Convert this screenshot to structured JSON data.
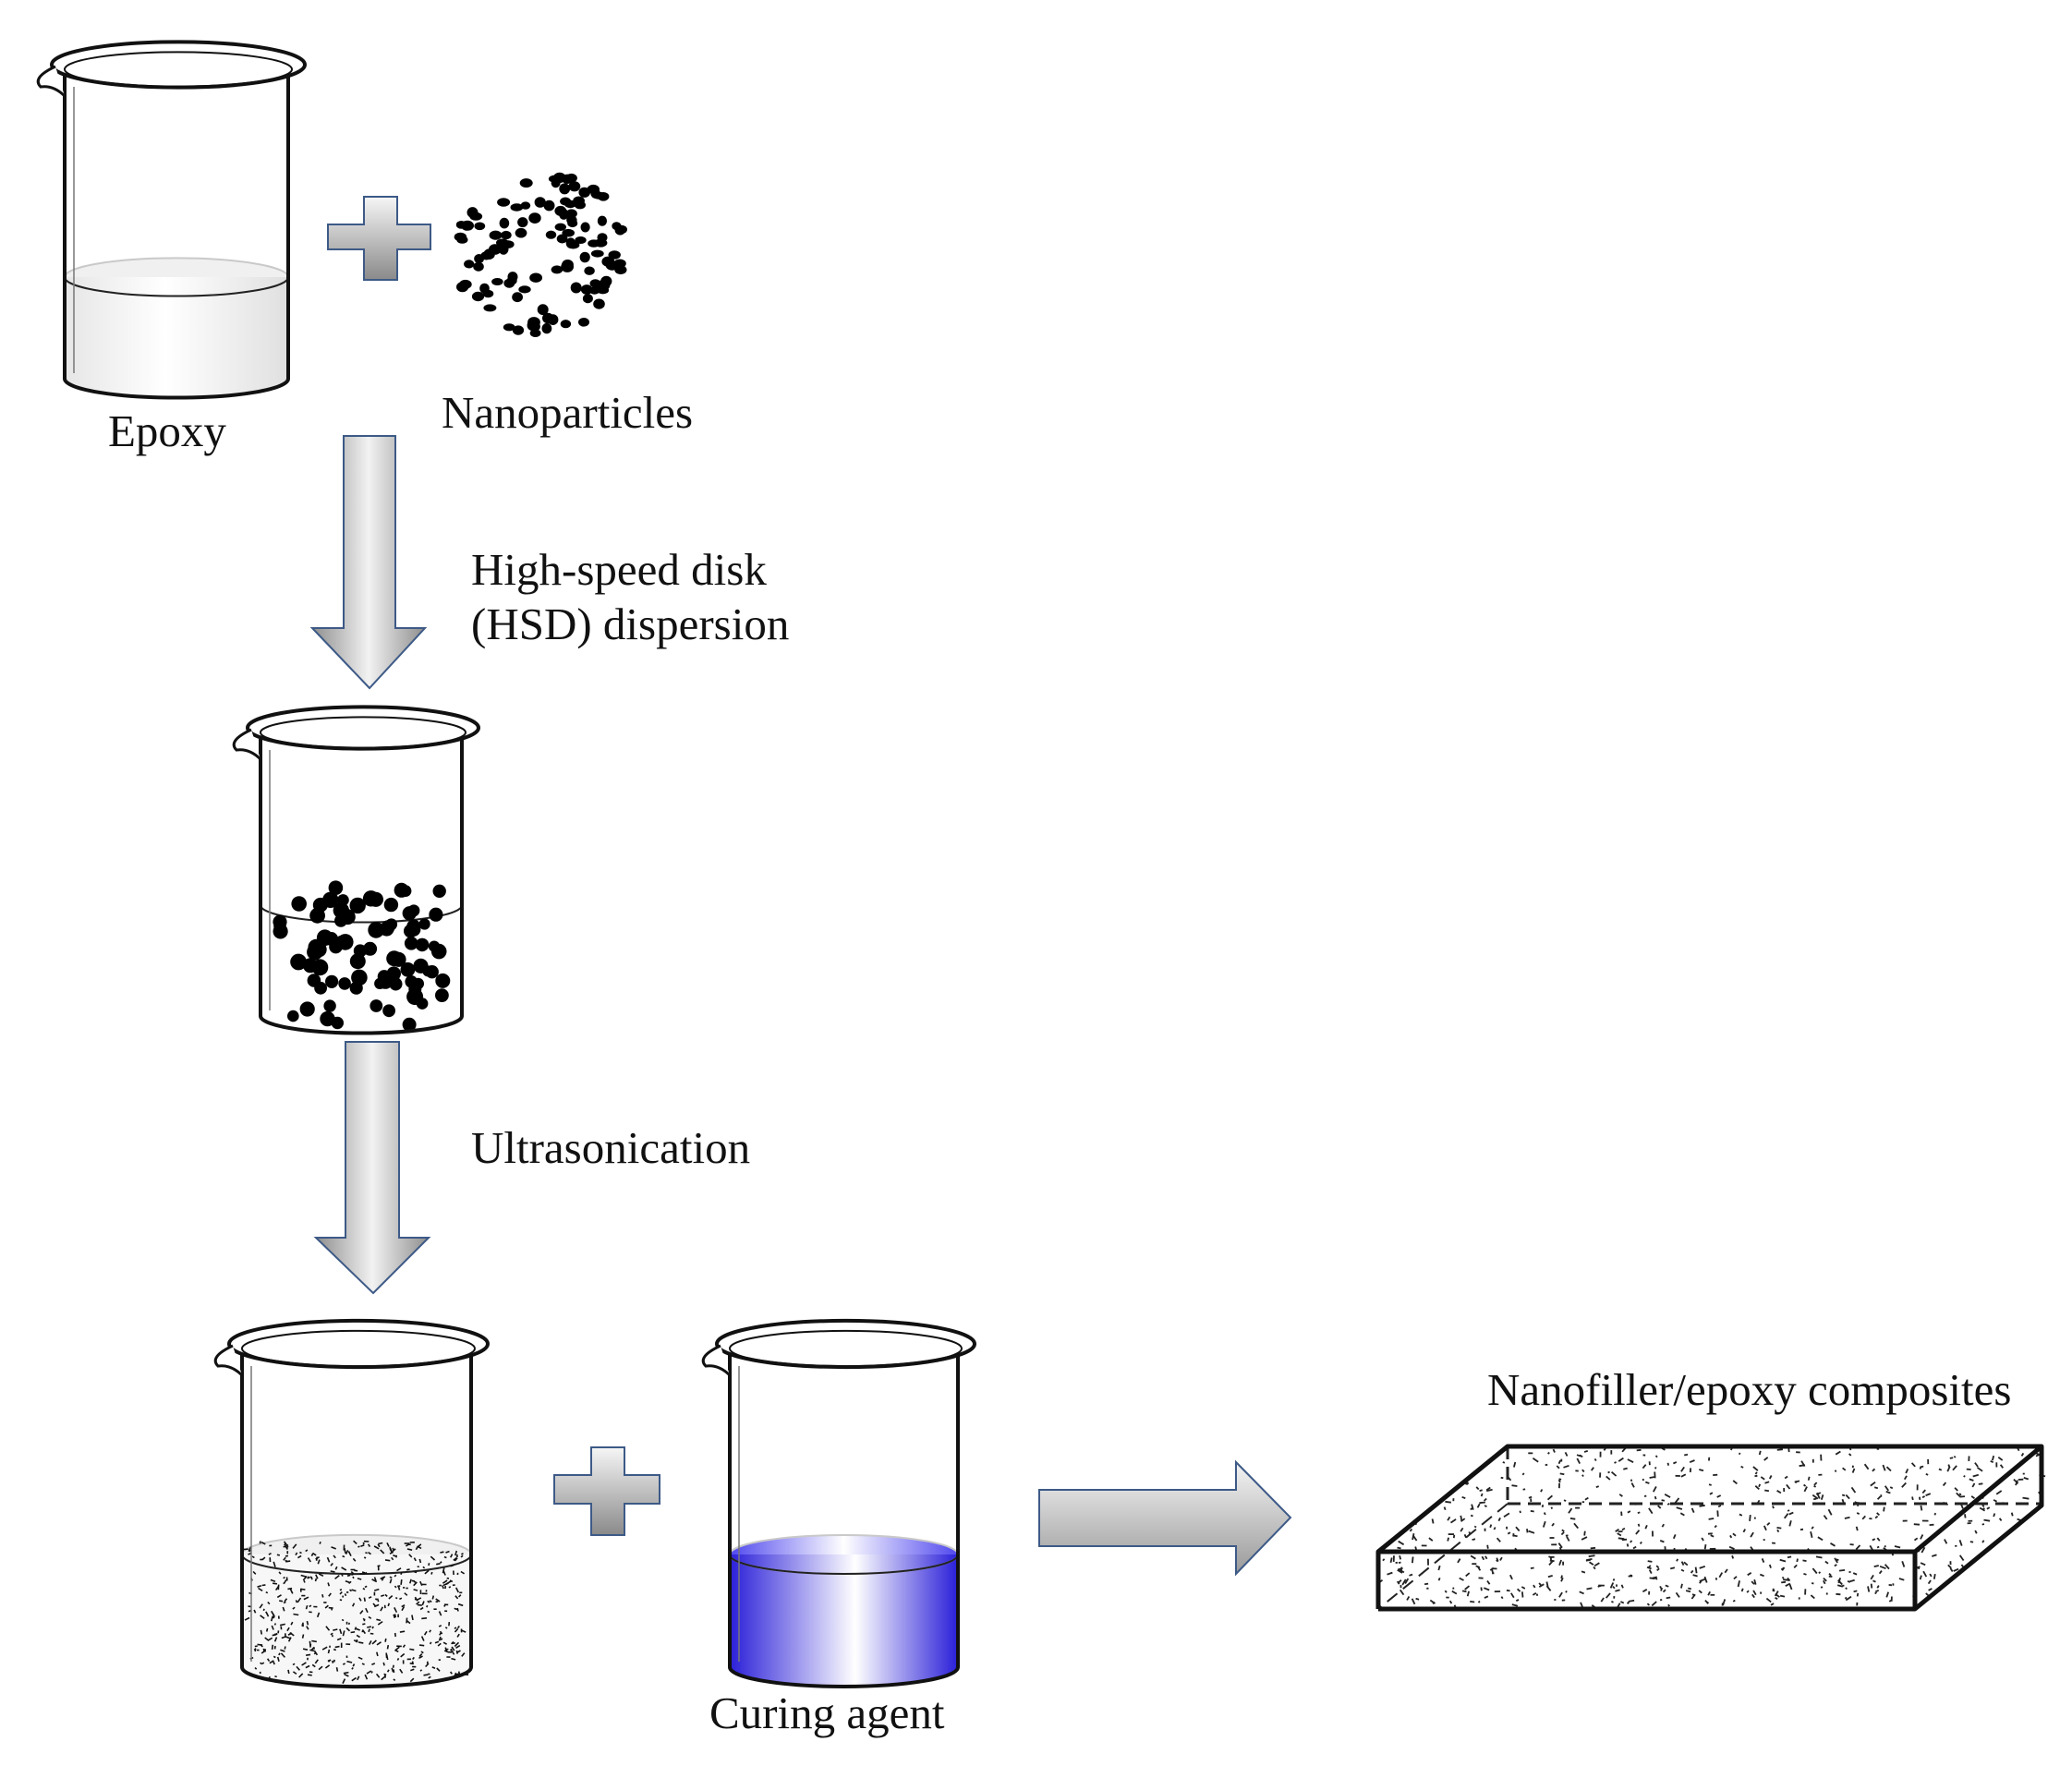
{
  "labels": {
    "epoxy": "Epoxy",
    "nanoparticles": "Nanoparticles",
    "hsd_line1": "High-speed disk",
    "hsd_line2": "(HSD) dispersion",
    "ultrasonication": "Ultrasonication",
    "curing_agent": "Curing agent",
    "composites": "Nanofiller/epoxy composites"
  },
  "colors": {
    "arrow_fill_light": "#f4f4f4",
    "arrow_fill_dark": "#9a9a9a",
    "arrow_stroke": "#3d5a87",
    "curing_agent_blue": "#3a2fe0",
    "particle": "#000000"
  }
}
